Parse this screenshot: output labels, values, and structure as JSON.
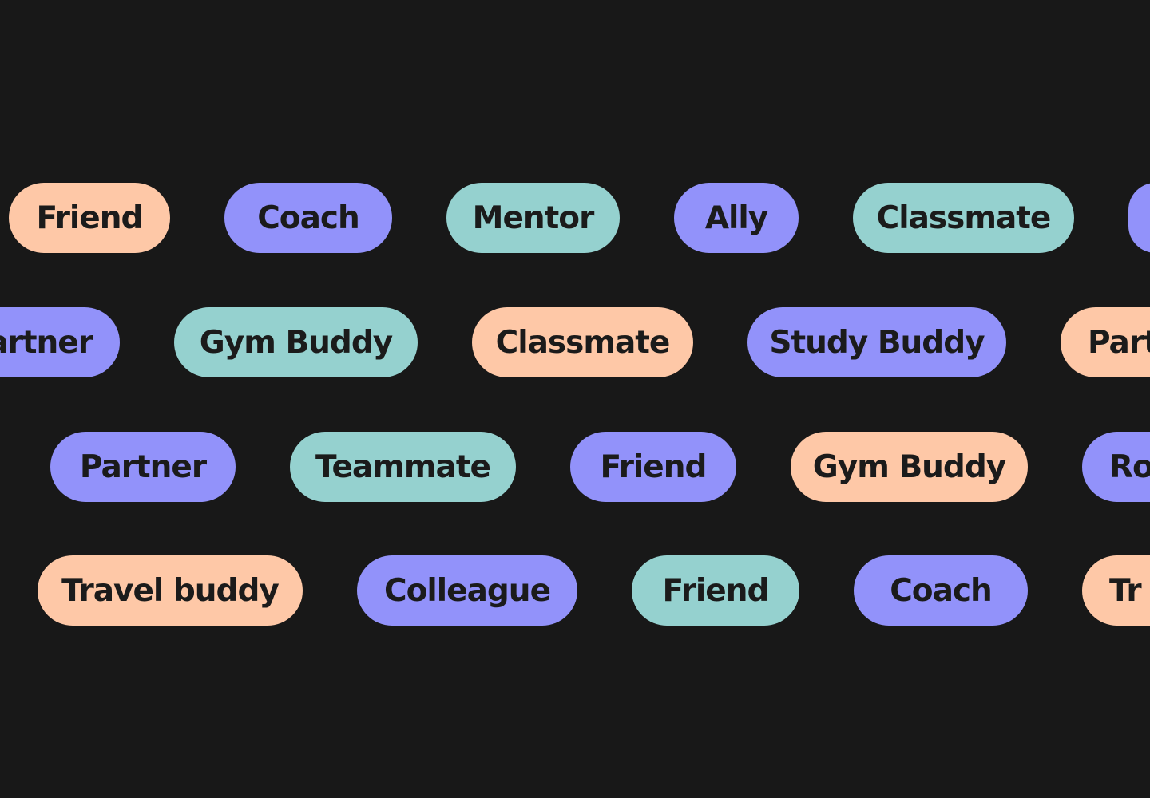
{
  "colors": {
    "background": "#181818",
    "text": "#1b1b1b",
    "peach": "#fec8a7",
    "violet": "#9292fa",
    "teal": "#95d1cf"
  },
  "rows": [
    {
      "pills": [
        {
          "label": "Friend",
          "color": "peach"
        },
        {
          "label": "Coach",
          "color": "violet"
        },
        {
          "label": "Mentor",
          "color": "teal"
        },
        {
          "label": "Ally",
          "color": "violet"
        },
        {
          "label": "Classmate",
          "color": "teal"
        },
        {
          "label": "",
          "color": "violet"
        }
      ]
    },
    {
      "pills": [
        {
          "label": "artner",
          "color": "violet"
        },
        {
          "label": "Gym Buddy",
          "color": "teal"
        },
        {
          "label": "Classmate",
          "color": "peach"
        },
        {
          "label": "Study Buddy",
          "color": "violet"
        },
        {
          "label": "Part",
          "color": "peach"
        }
      ]
    },
    {
      "pills": [
        {
          "label": "Partner",
          "color": "violet"
        },
        {
          "label": "Teammate",
          "color": "teal"
        },
        {
          "label": "Friend",
          "color": "violet"
        },
        {
          "label": "Gym Buddy",
          "color": "peach"
        },
        {
          "label": "Ro",
          "color": "violet"
        }
      ]
    },
    {
      "pills": [
        {
          "label": "Travel buddy",
          "color": "peach"
        },
        {
          "label": "Colleague",
          "color": "violet"
        },
        {
          "label": "Friend",
          "color": "teal"
        },
        {
          "label": "Coach",
          "color": "violet"
        },
        {
          "label": "Tr",
          "color": "peach"
        }
      ]
    }
  ]
}
